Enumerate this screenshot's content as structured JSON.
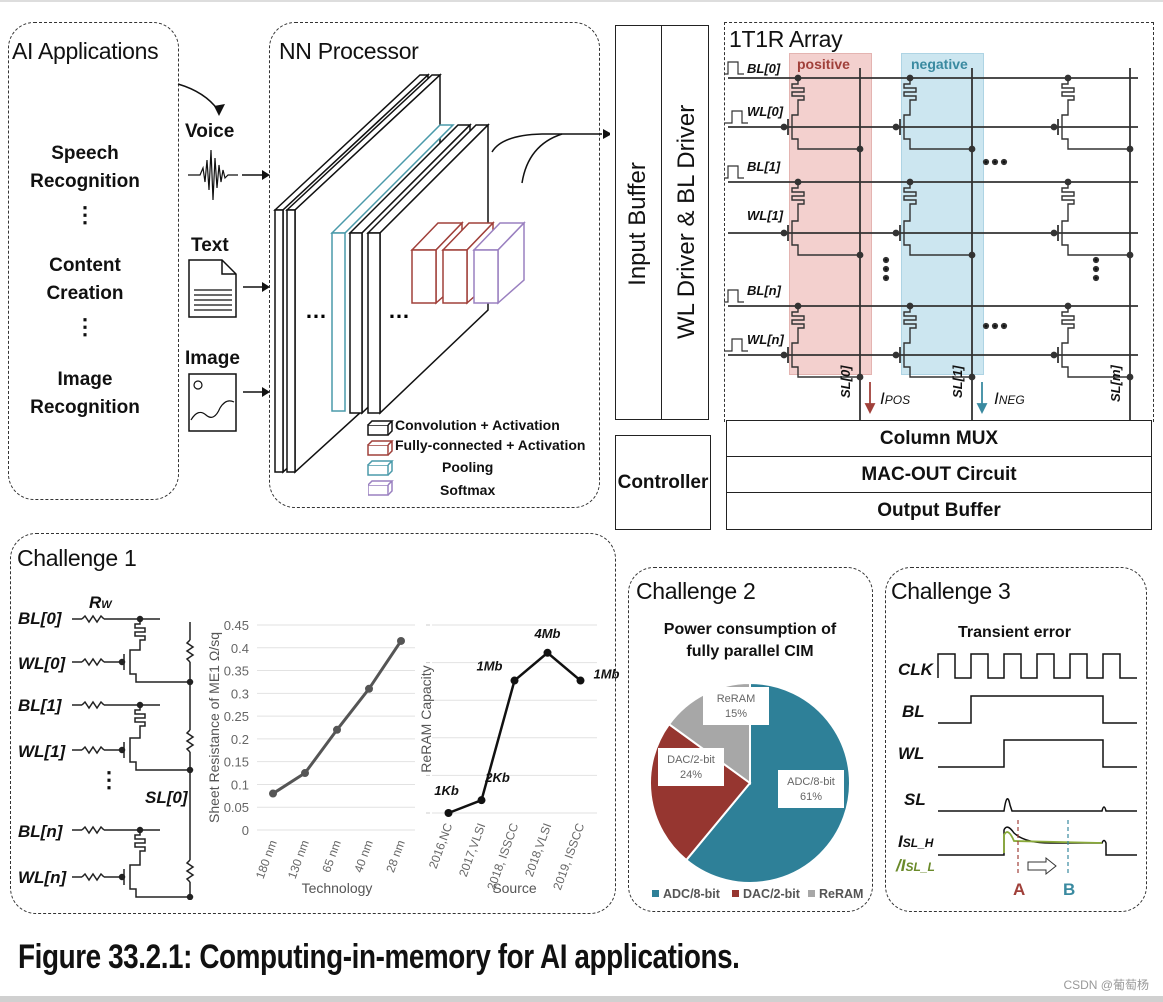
{
  "ai_applications": {
    "title": "AI Applications",
    "items": [
      "Speech Recognition",
      "Content Creation",
      "Image Recognition"
    ],
    "inputs": [
      {
        "label": "Voice",
        "icon": "waveform-icon"
      },
      {
        "label": "Text",
        "icon": "document-icon"
      },
      {
        "label": "Image",
        "icon": "picture-icon"
      }
    ]
  },
  "nn_processor": {
    "title": "NN Processor",
    "legend": [
      {
        "label": "Convolution + Activation",
        "color": "#222222"
      },
      {
        "label": "Fully-connected + Activation",
        "color": "#a0403a"
      },
      {
        "label": "Pooling",
        "color": "#4a9aaa"
      },
      {
        "label": "Softmax",
        "color": "#9a80c0"
      }
    ]
  },
  "hardware": {
    "input_buffer": "Input Buffer",
    "driver": "WL Driver & BL Driver",
    "controller": "Controller",
    "column_mux": "Column MUX",
    "mac_out": "MAC-OUT Circuit",
    "output_buffer": "Output Buffer"
  },
  "array": {
    "title": "1T1R Array",
    "positive_label": "positive",
    "negative_label": "negative",
    "positive_color": "#f2c8c6",
    "negative_color": "#c4e2ee",
    "row_labels": [
      "BL[0]",
      "WL[0]",
      "BL[1]",
      "WL[1]",
      "BL[n]",
      "WL[n]"
    ],
    "sl_labels": [
      "SL[0]",
      "SL[1]",
      "SL[m]"
    ],
    "i_pos": "I",
    "i_pos_sub": "POS",
    "i_neg": "I",
    "i_neg_sub": "NEG"
  },
  "challenge1": {
    "title": "Challenge 1",
    "rw_label": "R",
    "rw_sub": "W",
    "row_labels": [
      "BL[0]",
      "WL[0]",
      "BL[1]",
      "WL[1]",
      "BL[n]",
      "WL[n]"
    ],
    "sl_label": "SL[0]"
  },
  "chart_data": [
    {
      "type": "line",
      "title": "",
      "xlabel": "Technology",
      "ylabel": "Sheet Resistance of ME1 Ω/sq",
      "categories": [
        "180 nm",
        "130 nm",
        "65 nm",
        "40 nm",
        "28 nm"
      ],
      "values": [
        0.08,
        0.125,
        0.22,
        0.31,
        0.415
      ],
      "ylim": [
        0,
        0.45
      ],
      "yticks": [
        "0",
        "0.05",
        "0.1",
        "0.15",
        "0.2",
        "0.25",
        "0.3",
        "0.35",
        "0.4",
        "0.45"
      ],
      "grid": true,
      "color": "#555555"
    },
    {
      "type": "line",
      "title": "",
      "xlabel": "Source",
      "ylabel": "ReRAM Capacity",
      "categories": [
        "2016,NC",
        "2017,VLSI",
        "2018, ISSCC",
        "2018,VLSI",
        "2019, ISSCC"
      ],
      "values": [
        0.0,
        0.3,
        3.1,
        3.75,
        3.1
      ],
      "data_labels": [
        "1Kb",
        "2Kb",
        "1Mb",
        "4Mb",
        "1Mb"
      ],
      "ylim": [
        0,
        4.4
      ],
      "grid": true,
      "color": "#111111"
    },
    {
      "type": "pie",
      "title": "Power consumption of fully parallel CIM",
      "slices": [
        {
          "label": "ADC/8-bit",
          "value": 61,
          "color": "#2e8098"
        },
        {
          "label": "DAC/2-bit",
          "value": 24,
          "color": "#963630"
        },
        {
          "label": "ReRAM",
          "value": 15,
          "color": "#a7a7a7"
        }
      ],
      "legend": "bottom"
    }
  ],
  "challenge2": {
    "title": "Challenge 2"
  },
  "challenge3": {
    "title": "Challenge 3",
    "subtitle": "Transient error",
    "signals": [
      "CLK",
      "BL",
      "WL",
      "SL"
    ],
    "current_h": "I",
    "current_h_sub": "SL_H",
    "current_l": "/I",
    "current_l_sub": "SL_L",
    "marker_a": "A",
    "marker_b": "B"
  },
  "caption": "Figure 33.2.1: Computing-in-memory for AI applications.",
  "watermark": "CSDN @葡萄杨"
}
